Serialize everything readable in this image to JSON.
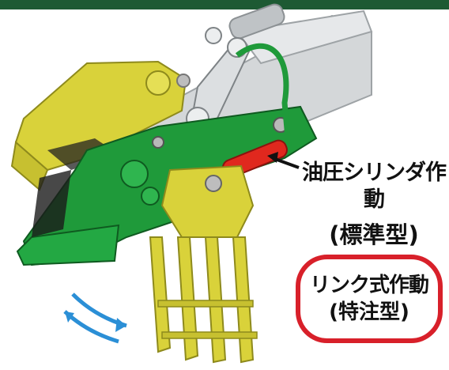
{
  "labels": {
    "hydraulic": {
      "line1": "油圧シリンダ作動",
      "line2": "(標準型)"
    },
    "link": {
      "line1": "リンク式作動",
      "line2": "(特注型)"
    }
  },
  "colors": {
    "machine_green": "#1f9a3a",
    "jaw_yellow": "#d9d23a",
    "cylinder_red": "#e0281e",
    "arm_gray": "#cfd2d4",
    "callout_border": "#d8202a",
    "swing_arrow_blue": "#2b8fd6"
  }
}
